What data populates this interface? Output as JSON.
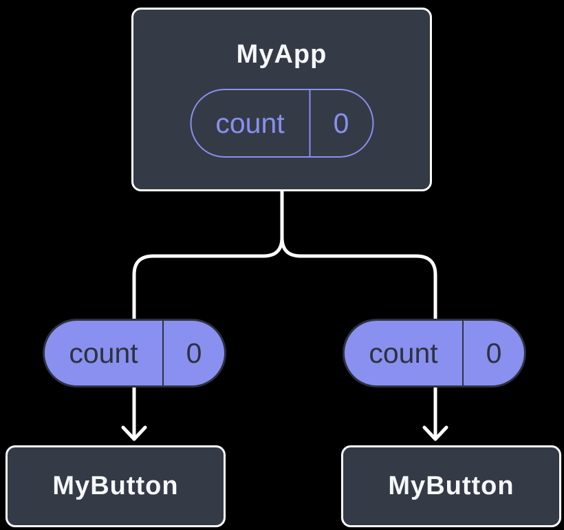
{
  "figure": {
    "type": "component-tree-diagram",
    "root_node": {
      "title": "MyApp",
      "state_pill": {
        "label": "count",
        "value": "0"
      }
    },
    "left_branch": {
      "prop_pill": {
        "label": "count",
        "value": "0"
      },
      "node": {
        "title": "MyButton"
      }
    },
    "right_branch": {
      "prop_pill": {
        "label": "count",
        "value": "0"
      },
      "node": {
        "title": "MyButton"
      }
    },
    "colors": {
      "background": "#000000",
      "node_fill": "#343B47",
      "node_border": "#FFFFFF",
      "node_title": "#F6F7F9",
      "accent": "#8990EF",
      "pill_dark": "#2C323E",
      "connector": "#FFFFFF"
    }
  }
}
